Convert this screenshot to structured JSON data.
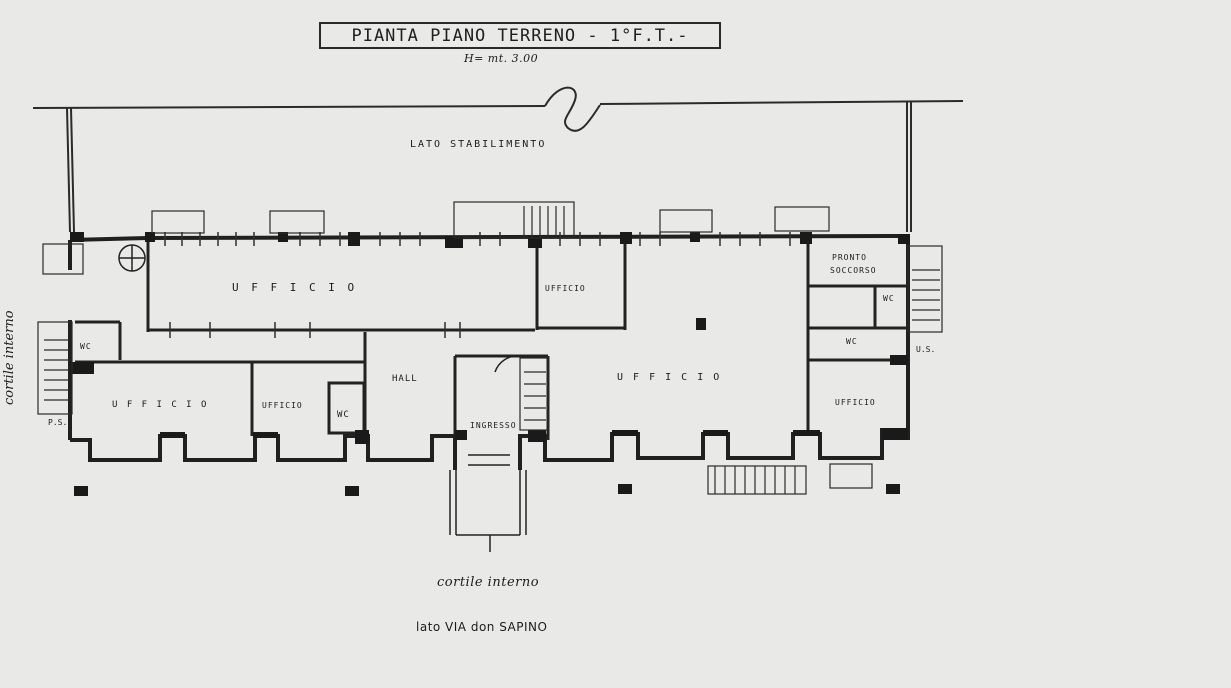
{
  "title": "PIANTA PIANO TERRENO - 1°F.T.-",
  "height_note": "H= mt. 3.00",
  "side_labels": {
    "top": "LATO STABILIMENTO",
    "left": "cortile interno",
    "bottom_courtyard": "cortile interno",
    "bottom_street": "lato VIA don SAPINO"
  },
  "rooms": {
    "ufficio_main": "U F F I C I O",
    "ufficio_small_top": "UFFICIO",
    "pronto_soccorso_1": "PRONTO",
    "pronto_soccorso_2": "SOCCORSO",
    "wc_right_top": "WC",
    "wc_right_mid": "WC",
    "ufficio_right_center": "U F F I C I O",
    "ufficio_right": "UFFICIO",
    "hall": "HALL",
    "ingresso": "INGRESSO",
    "wc_center": "WC",
    "ufficio_left_small": "UFFICIO",
    "ufficio_left": "U F F I C I O",
    "wc_left": "WC"
  },
  "marks": {
    "ps": "P.S.",
    "us": "U.S."
  }
}
